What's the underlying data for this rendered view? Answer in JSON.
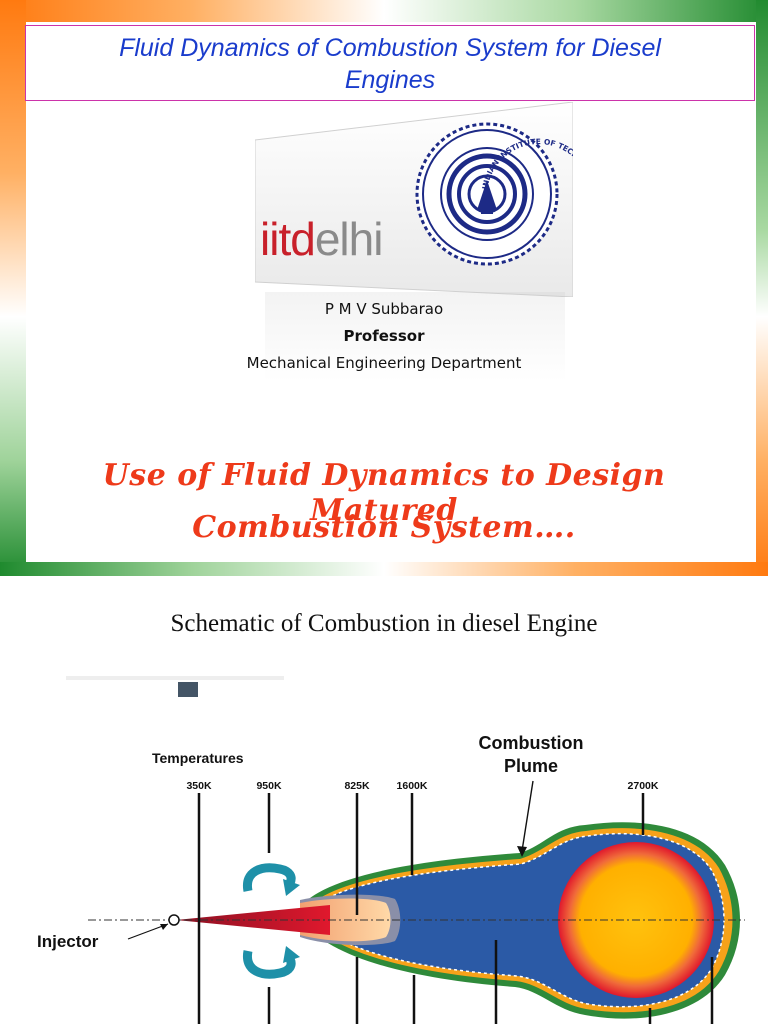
{
  "slide1": {
    "title_line1": "Fluid Dynamics of Combustion System for Diesel",
    "title_line2": "Engines",
    "logo": {
      "wordmark_part1": "iitd",
      "wordmark_part2": "elhi",
      "seal_text": "INDIAN INSTITUTE OF TECHNOLOGY DELHI"
    },
    "presenter": {
      "name": "P M V Subbarao",
      "role": "Professor",
      "department": "Mechanical Engineering Department"
    },
    "tagline_line1": "Use of Fluid Dynamics to Design Matured",
    "tagline_line2": "Combustion System…."
  },
  "slide2": {
    "title": "Schematic of Combustion in  diesel Engine",
    "diagram": {
      "temperatures_label": "Temperatures",
      "temperatures": [
        "350K",
        "950K",
        "825K",
        "1600K",
        "2700K"
      ],
      "plume_label_line1": "Combustion",
      "plume_label_line2": "Plume",
      "injector_label": "Injector"
    }
  },
  "colors": {
    "title_blue": "#1a3ccc",
    "tagline_red": "#ee3a1a",
    "saffron": "#ff7a10",
    "green": "#228b30",
    "plume_blue": "#2b5aa6",
    "core_yellow": "#ffc20e",
    "flame_red": "#e0182d"
  }
}
